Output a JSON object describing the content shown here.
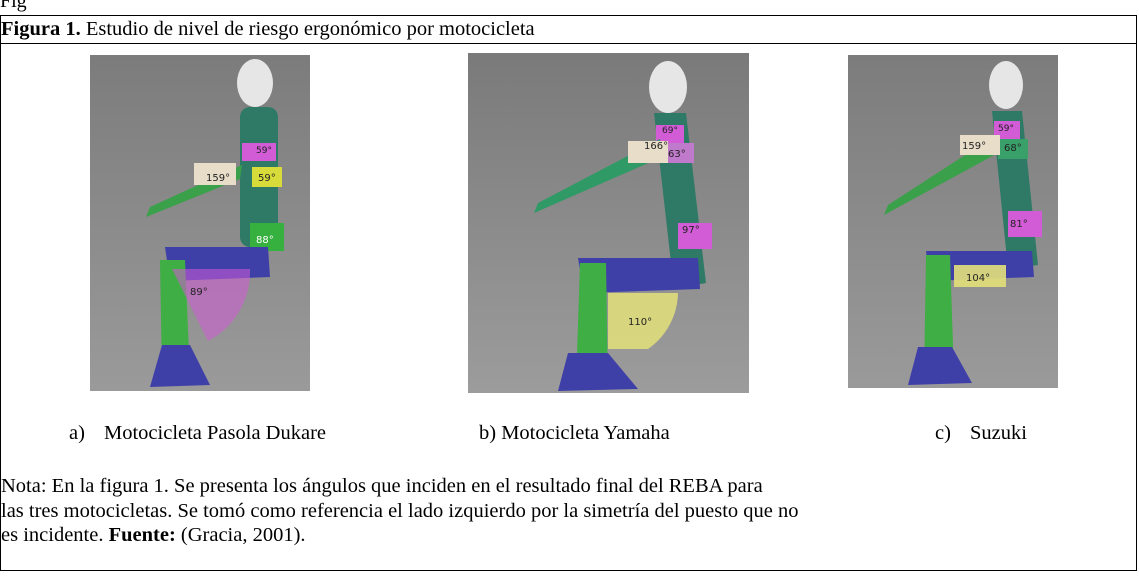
{
  "figure": {
    "cropped_label": "Fig",
    "title_bold": "Figura 1.",
    "title_rest": " Estudio de nivel de riesgo ergonómico por motocicleta"
  },
  "panels": [
    {
      "id": "a",
      "mark": "a)",
      "caption": "Motocicleta Pasola Dukare",
      "angles": [
        "159°",
        "59°",
        "59°",
        "88°",
        "89°"
      ]
    },
    {
      "id": "b",
      "mark": "",
      "caption": "b) Motocicleta Yamaha",
      "angles": [
        "166°",
        "69°",
        "63°",
        "97°",
        "110°"
      ]
    },
    {
      "id": "c",
      "mark": "c)",
      "caption": "Suzuki",
      "angles": [
        "159°",
        "59°",
        "68°",
        "81°",
        "104°"
      ]
    }
  ],
  "note": {
    "line1": "Nota: En la figura 1. Se presenta los ángulos que inciden en el resultado final del REBA para",
    "line2": "las tres motocicletas. Se tomó como referencia el lado izquierdo por la simetría del puesto que no",
    "line3_start": "es incidente. ",
    "source_bold": "Fuente:",
    "source_rest": " (Gracia, 2001)."
  },
  "colors": {
    "background": "#8a8a8a",
    "torso": "#2f7a66",
    "arm": "#3aa04a",
    "leg": "#3f3fa8",
    "pink": "#d25bd6",
    "yellow": "#e3e07a",
    "head": "#e6e6e6"
  }
}
